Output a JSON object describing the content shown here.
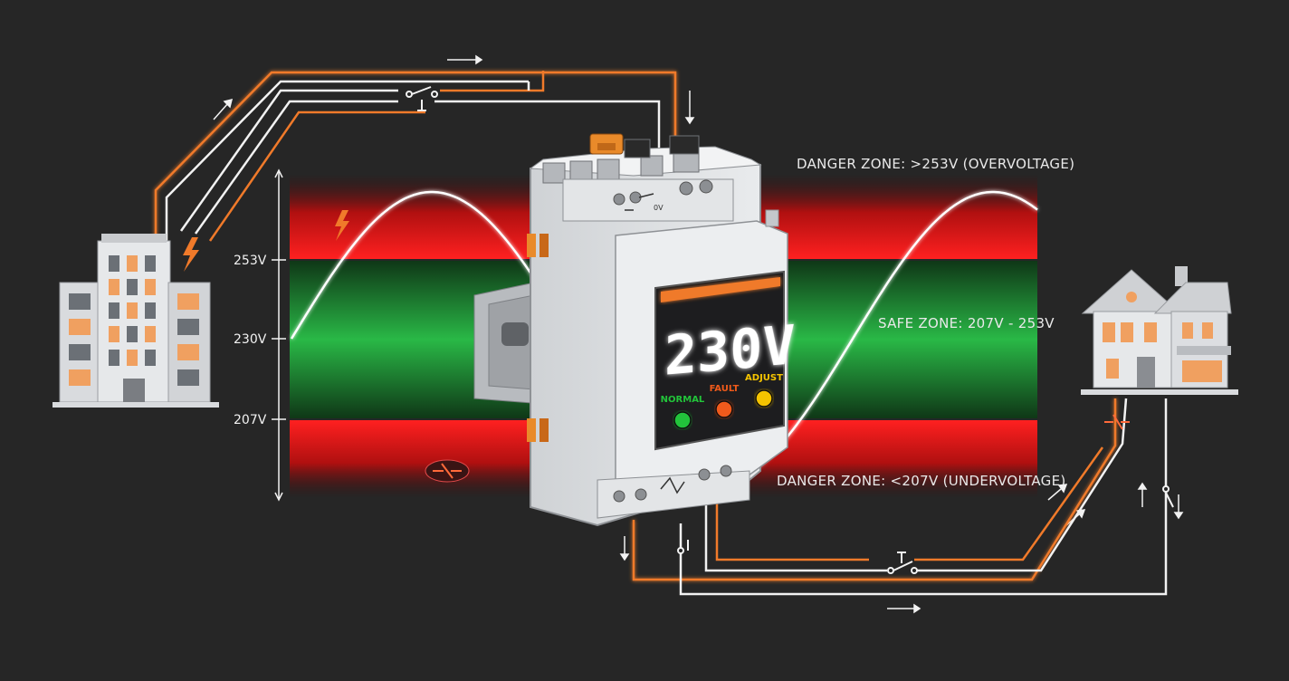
{
  "zones": {
    "over": "DANGER ZONE: >253V (OVERVOLTAGE)",
    "safe": "SAFE ZONE: 207V - 253V",
    "under": "DANGER ZONE: <207V (UNDERVOLTAGE)"
  },
  "axis": {
    "upper": "253V",
    "nominal": "230V",
    "lower": "207V"
  },
  "device": {
    "display_value": "230V",
    "terminal_label": "0V",
    "leds": [
      {
        "label": "NORMAL",
        "color": "#22c43a"
      },
      {
        "label": "FAULT",
        "color": "#f05a1a"
      },
      {
        "label": "ADJUST",
        "color": "#f5c400"
      }
    ]
  },
  "colors": {
    "danger": "#e01515",
    "safe": "#18b43a",
    "wire_live": "#f07a2a",
    "wire_neutral": "#f2f2f2",
    "background": "#262626"
  },
  "icons": [
    "utility-building-icon",
    "house-icon",
    "lightning-bolt-icon",
    "broken-wire-icon",
    "din-rail-icon"
  ]
}
